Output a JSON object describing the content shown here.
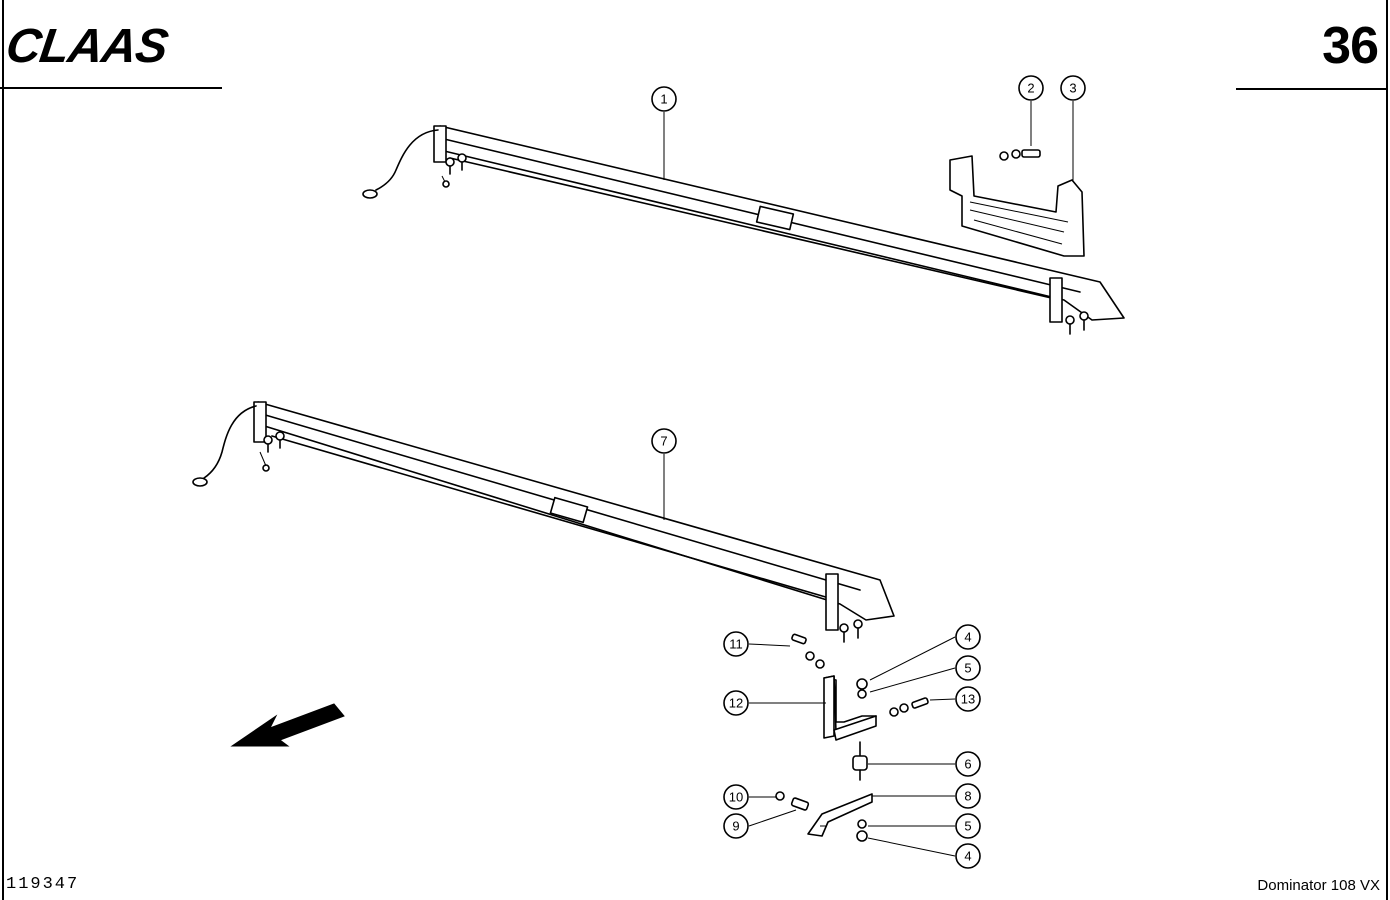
{
  "header": {
    "brand": "CLAAS",
    "page_number": "36"
  },
  "footer": {
    "document_number": "119347",
    "model": "Dominator 108 VX"
  },
  "callouts": {
    "c1": "1",
    "c2": "2",
    "c3": "3",
    "c4a": "4",
    "c5a": "5",
    "c13": "13",
    "c6": "6",
    "c7": "7",
    "c8": "8",
    "c5b": "5",
    "c4b": "4",
    "c9": "9",
    "c10": "10",
    "c11": "11",
    "c12": "12"
  },
  "icons": {
    "direction_arrow": "forward-direction-arrow-icon"
  }
}
